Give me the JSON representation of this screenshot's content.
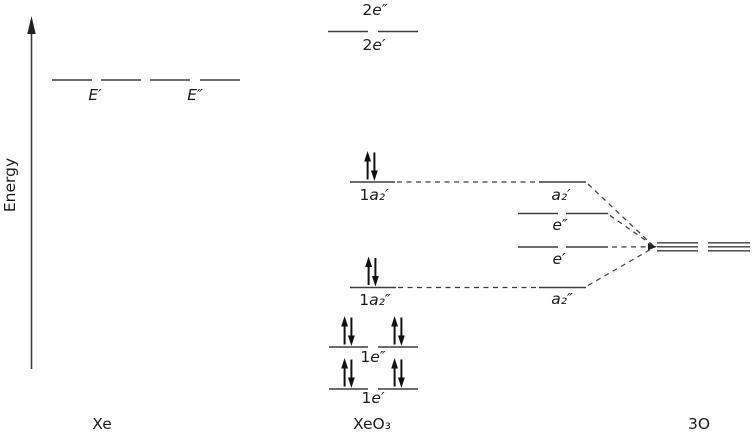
{
  "colors": {
    "line": "#3d3d3d",
    "text": "#1a1a1a",
    "arrow": "#111111",
    "background": "#ffffff"
  },
  "axis": {
    "label": "Energy"
  },
  "xe": {
    "caption": "Xe",
    "lvl_E_prime": {
      "rest": "E′",
      "degenerate_segments": 2
    },
    "lvl_E_dprime": {
      "rest": "E″",
      "degenerate_segments": 2
    }
  },
  "xeo3": {
    "caption": "XeO₃",
    "lvl_2e_dprime": {
      "prefix": "2",
      "rest": "e″"
    },
    "lvl_2e_prime": {
      "prefix": "2",
      "rest": "e′"
    },
    "lvl_1a2_prime": {
      "prefix": "1",
      "rest": "a₂′",
      "electron_pairs": 1
    },
    "lvl_1a2_dprime": {
      "prefix": "1",
      "rest": "a₂″",
      "electron_pairs": 1
    },
    "lvl_1e_dprime": {
      "prefix": "1",
      "rest": "e″",
      "degenerate_segments": 2,
      "electron_pairs": 2
    },
    "lvl_1e_prime": {
      "prefix": "1",
      "rest": "e′",
      "degenerate_segments": 2,
      "electron_pairs": 2
    }
  },
  "o3": {
    "caption": "3O",
    "lvl_a2_prime": {
      "rest": "a₂′"
    },
    "lvl_e_dprime": {
      "rest": "e″",
      "degenerate_segments": 2
    },
    "lvl_e_prime": {
      "rest": "e′",
      "degenerate_segments": 2
    },
    "lvl_a2_dprime": {
      "rest": "a₂″"
    }
  }
}
